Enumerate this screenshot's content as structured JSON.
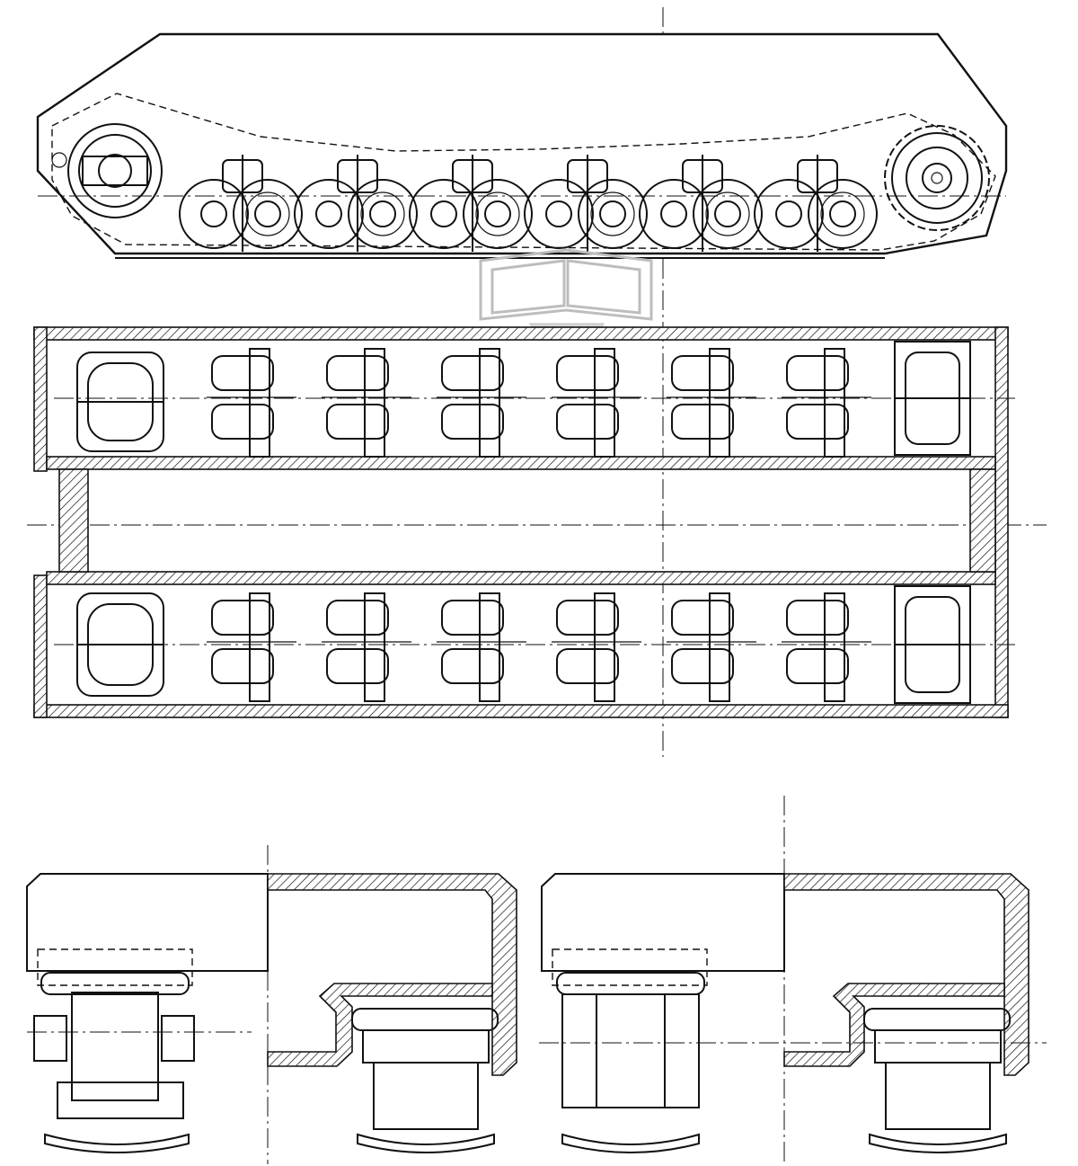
{
  "drawing": {
    "views": [
      {
        "id": "side-elevation"
      },
      {
        "id": "plan-section"
      },
      {
        "id": "front-section-left"
      },
      {
        "id": "front-section-right"
      }
    ],
    "roadwheel_pairs_per_side": 6,
    "watermark_icon": "open-book-icon",
    "colors": {
      "ink": "#111111",
      "paper": "#ffffff",
      "watermark": "#bdbdbd"
    }
  }
}
